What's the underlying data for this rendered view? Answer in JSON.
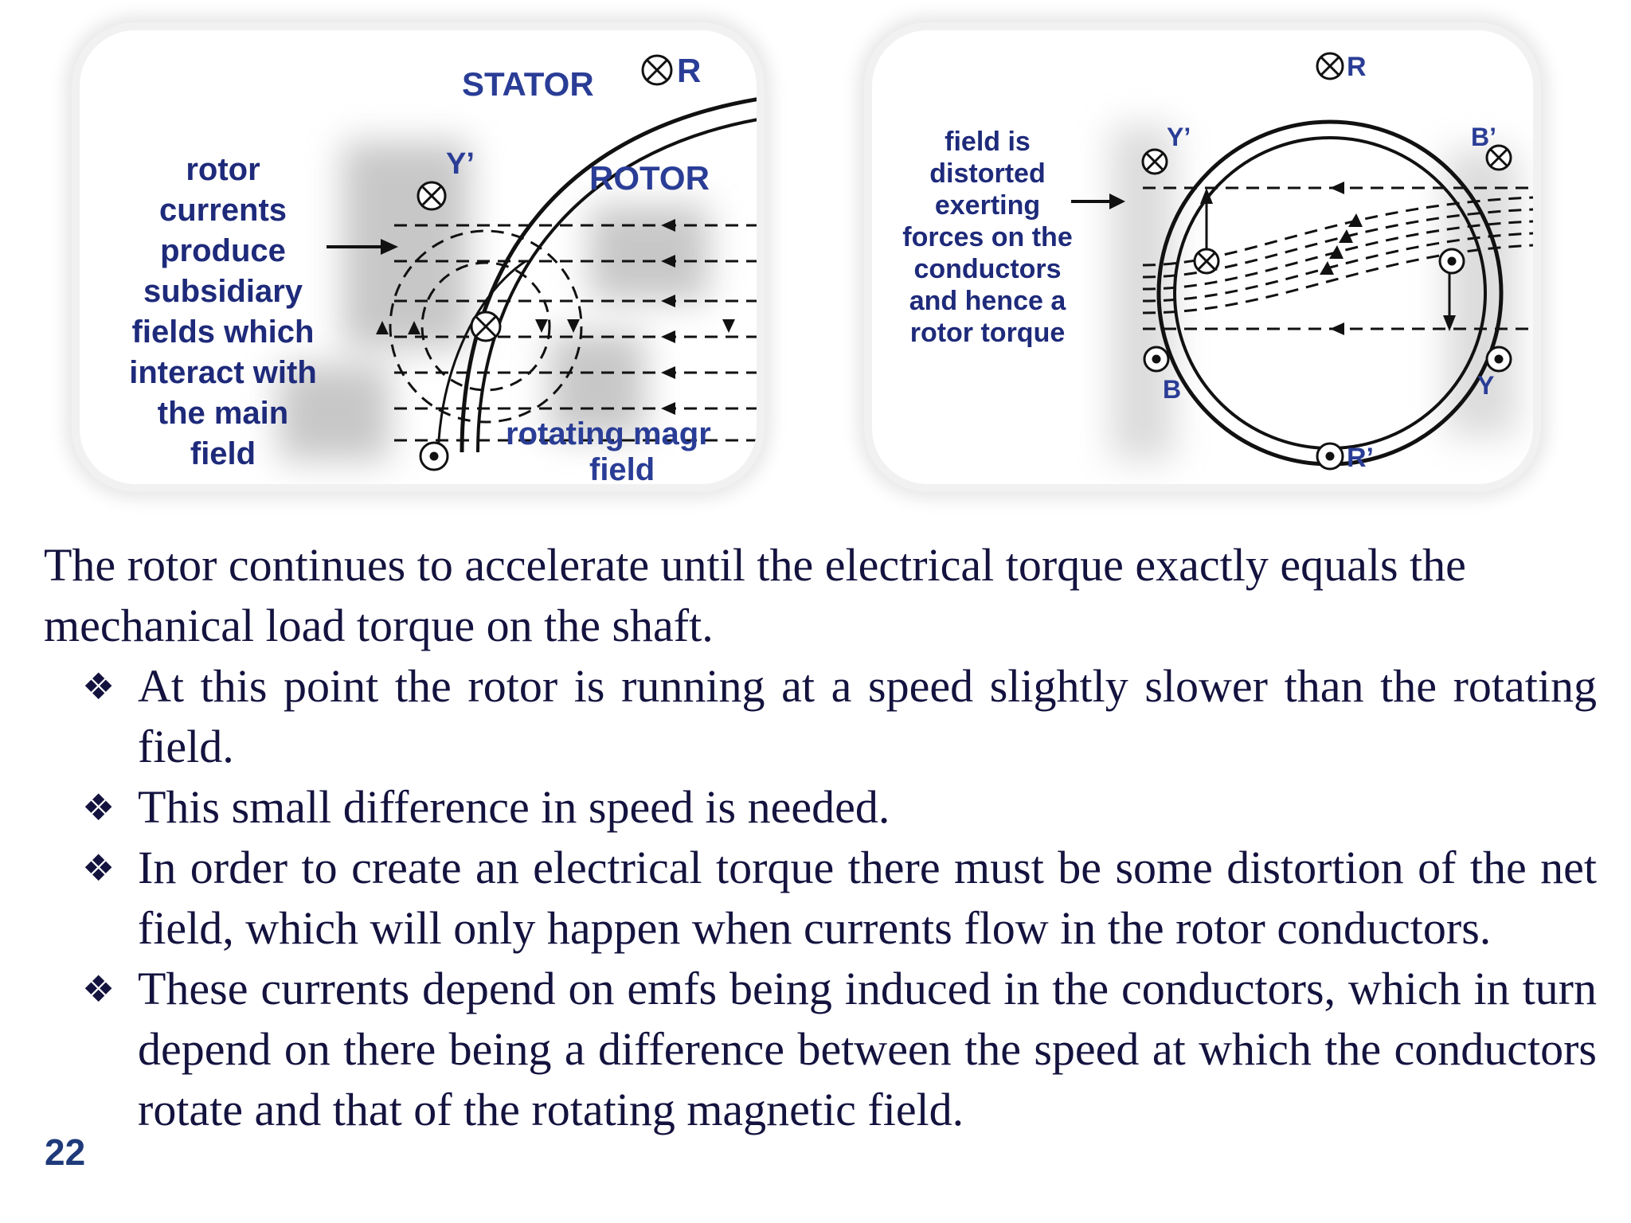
{
  "figure_left": {
    "side_text": [
      "rotor",
      "currents",
      "produce",
      "subsidiary",
      "fields which",
      "interact with",
      "the main",
      "field"
    ],
    "label_stator": "STATOR",
    "label_rotor": "ROTOR",
    "label_r": "R",
    "label_y_prime": "Y’",
    "label_rotating_1": "rotating magr",
    "label_rotating_2": "field"
  },
  "figure_right": {
    "side_text": [
      "field is",
      "distorted",
      "exerting",
      "forces on the",
      "conductors",
      "and hence a",
      "rotor torque"
    ],
    "label_r": "R",
    "label_r_prime": "R’",
    "label_y_prime": "Y’",
    "label_b_prime": "B’",
    "label_b": "B",
    "label_y": "Y"
  },
  "body": {
    "intro": "The rotor continues to accelerate until the electrical torque exactly equals the mechanical load torque on the shaft.",
    "bullet_icon": "diamond-bullet-icon",
    "bullets": [
      "At this point the rotor is running at a speed slightly slower than the rotating field.",
      "This small difference in speed is needed.",
      "In order to create an electrical torque there must be some distortion of the net field, which will only happen when currents flow in the rotor conductors.",
      "These currents depend on emfs being induced in the conductors, which in turn depend on there being a difference between the speed at which the conductors rotate and that of the rotating magnetic field."
    ]
  },
  "page_number": "22",
  "colors": {
    "label_blue": "#2a3d96",
    "text_navy": "#14133f",
    "page_number": "#1f3a7a"
  }
}
